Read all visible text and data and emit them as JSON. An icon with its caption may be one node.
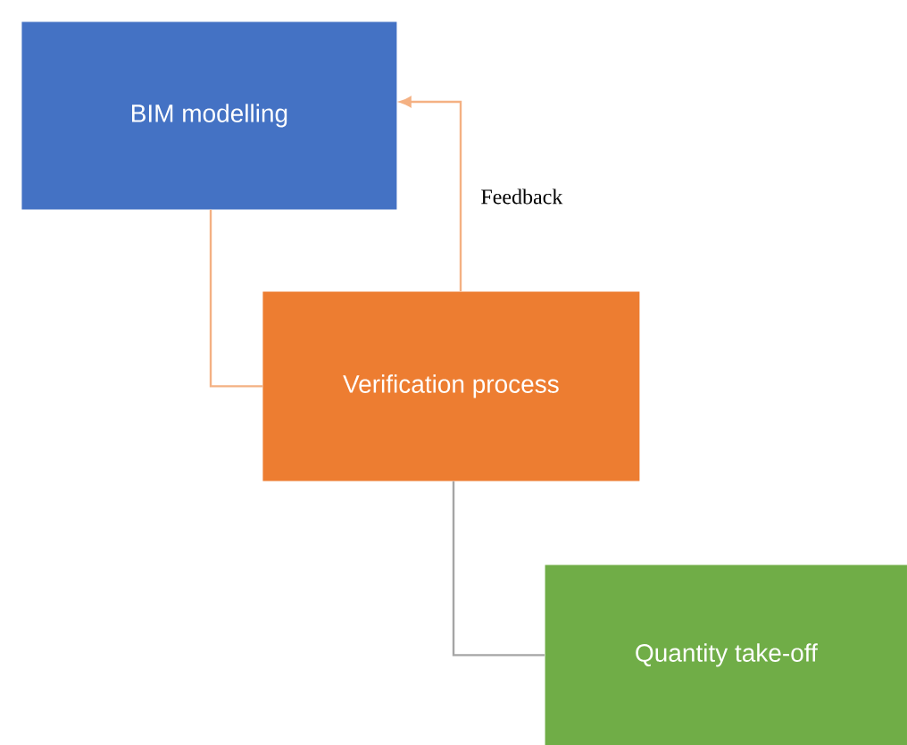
{
  "diagram": {
    "nodes": [
      {
        "text": [
          "BIM modelling"
        ]
      },
      {
        "text": [
          "Verification process"
        ]
      },
      {
        "text": [
          "Quantity take-off"
        ]
      }
    ],
    "edges": [
      {
        "from": 0,
        "to": 1,
        "arrow": "none"
      },
      {
        "from": 1,
        "to": 0,
        "arrow": "to",
        "label": "Feedback"
      },
      {
        "from": 1,
        "to": 2,
        "arrow": "none",
        "color": "#a5a5a5"
      }
    ]
  }
}
